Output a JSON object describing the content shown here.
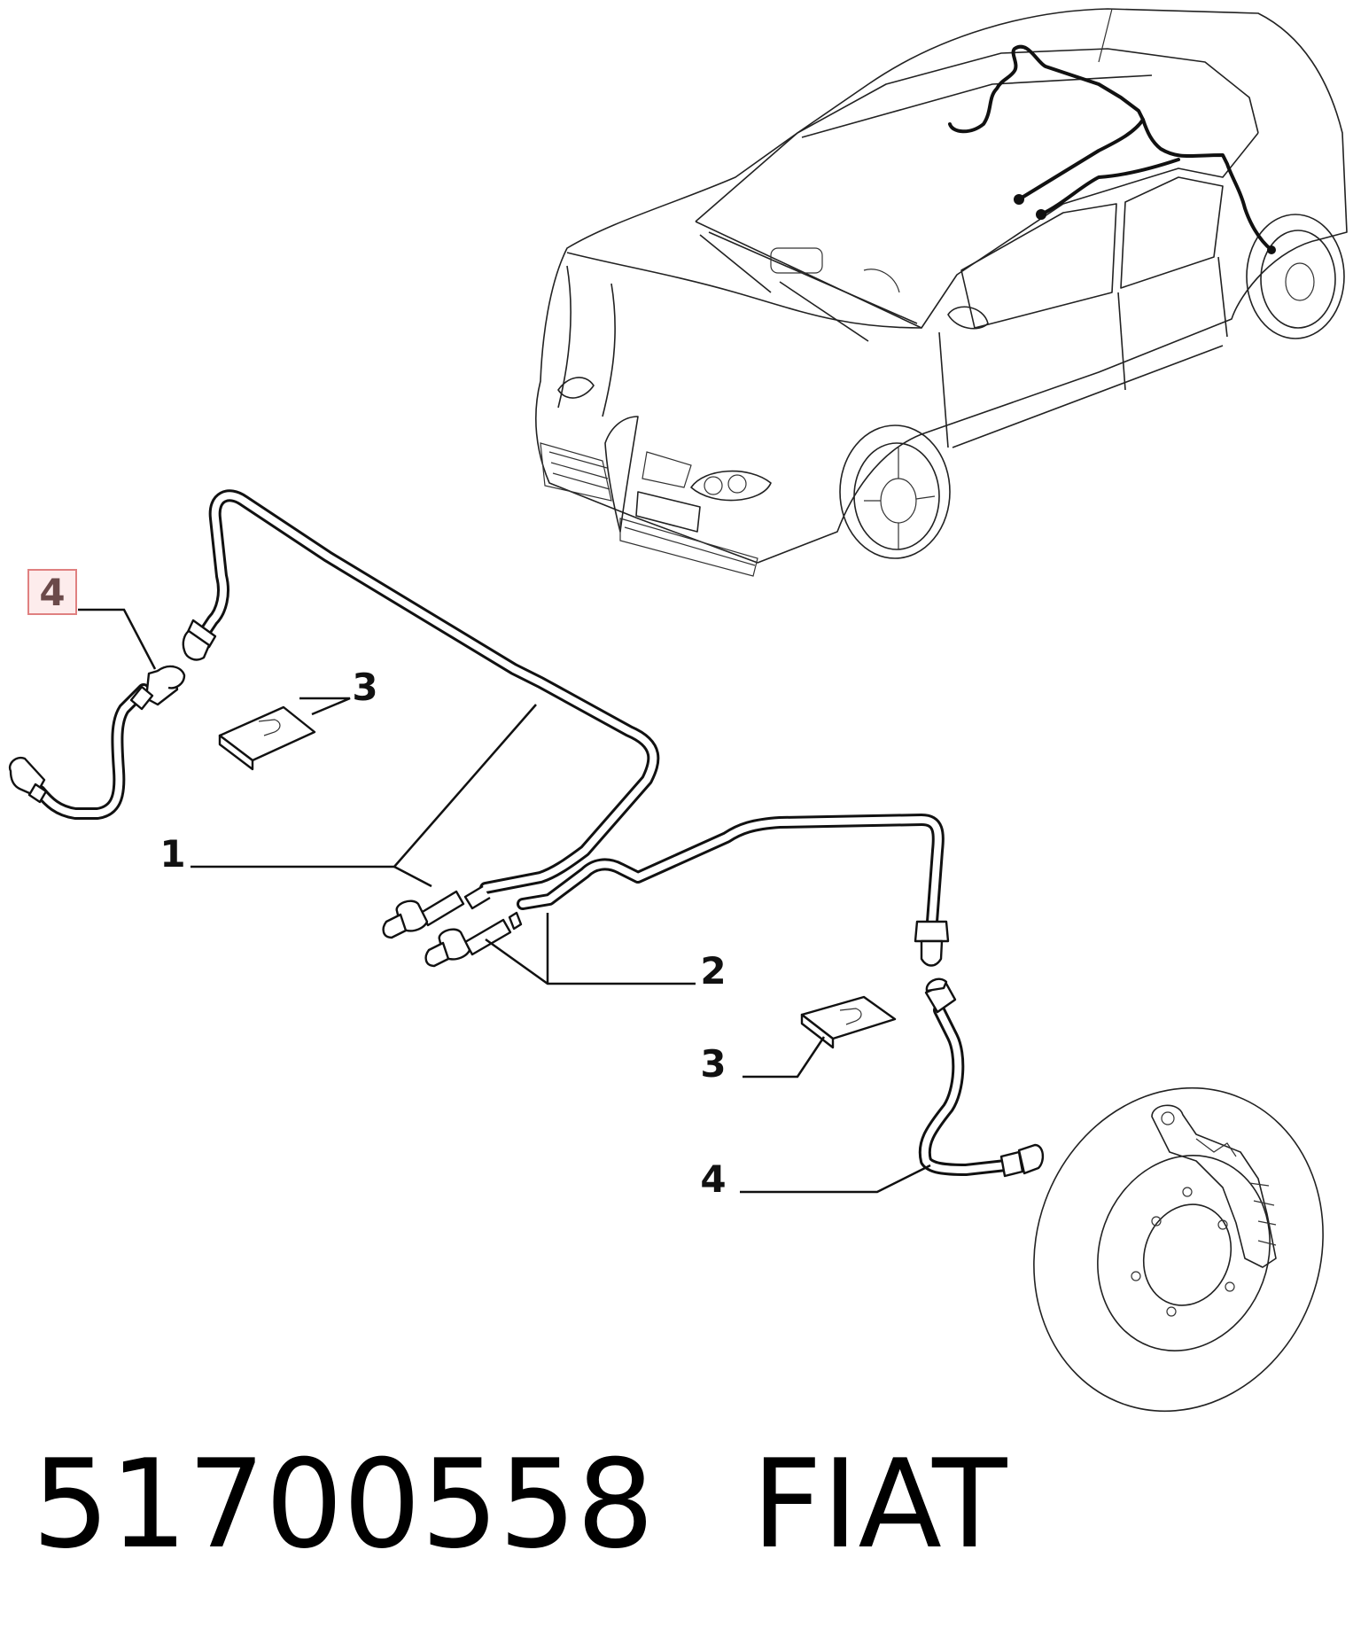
{
  "callouts": {
    "highlighted": "4",
    "pipe_rear": "1",
    "pipe_front": "2",
    "clip_upper": "3",
    "clip_lower": "3",
    "hose_lower": "4"
  },
  "caption": {
    "part_number": "51700558",
    "brand": "FIAT"
  },
  "colors": {
    "line": "#111111",
    "highlight_box": "#e08080",
    "highlight_fill": "#fdecec"
  },
  "icons": [
    "car-outline-icon",
    "brake-disc-icon",
    "brake-caliper-icon"
  ]
}
